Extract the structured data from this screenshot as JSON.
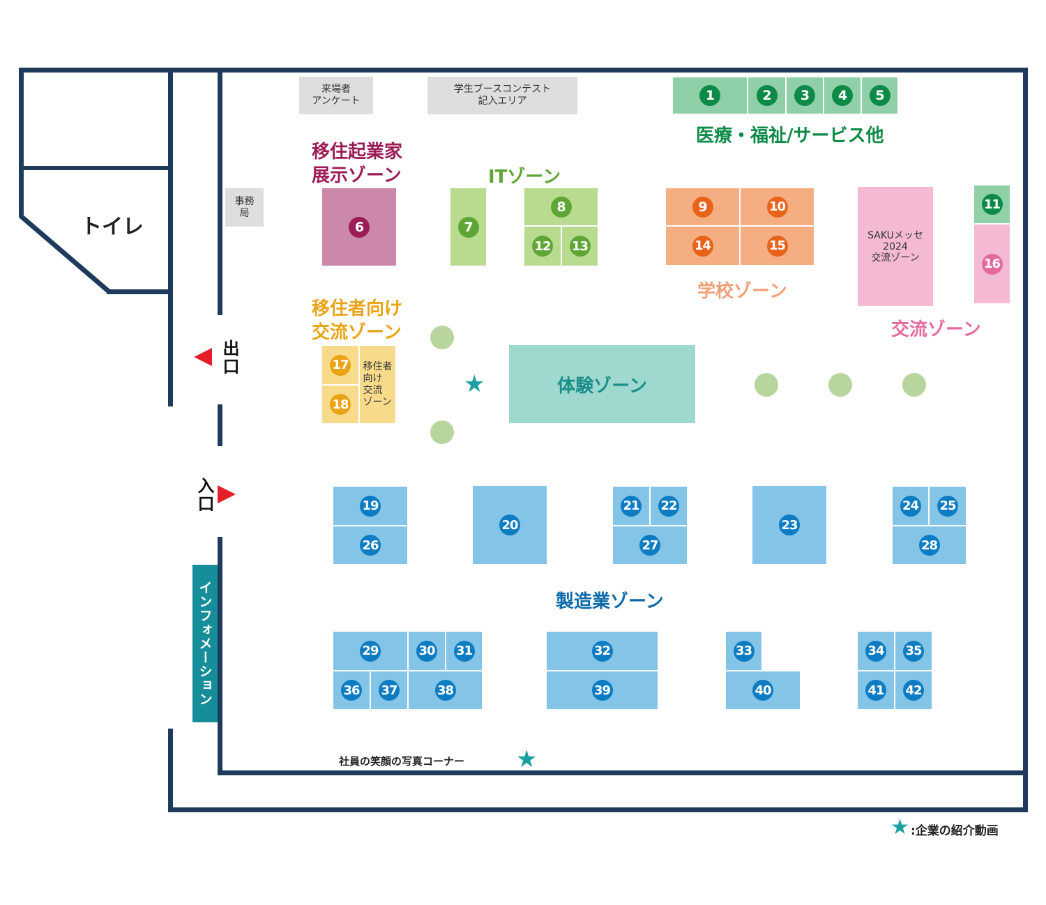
{
  "toilet_label": "トイレ",
  "exit_label": "出口",
  "entrance_label": "入口",
  "information_label": "インフォメーション",
  "office_label": "事務\n局",
  "survey_label": "来場者\nアンケート",
  "contest_label": "学生ブースコンテスト\n記入エリア",
  "zones": {
    "medical": "医療・福祉/サービス他",
    "migrant_entrepreneur": "移住起業家\n展示ゾーン",
    "it": "ITゾーン",
    "school": "学校ゾーン",
    "saku_messe": "SAKUメッセ\n2024\n交流ゾーン",
    "exchange": "交流ゾーン",
    "migrant_exchange": "移住者向け\n交流ゾーン",
    "migrant_exchange_box": "移住者\n向け\n交流\nゾーン",
    "experience": "体験ゾーン",
    "manufacturing": "製造業ゾーン"
  },
  "photo_corner": "社員の笑顔の写真コーナー",
  "legend": ":企業の紹介動画",
  "colors": {
    "wall": "#1e3a5c",
    "medical": "#8fd0a8",
    "medical_badge": "#0e8a48",
    "entrepreneur": "#cc88aa",
    "entrepreneur_badge": "#9c1c58",
    "it": "#b8db90",
    "it_badge": "#5fa636",
    "school": "#f5ae82",
    "school_badge": "#e8631a",
    "pink": "#f4bad4",
    "pink_badge": "#e46b9f",
    "yellow": "#f7da8a",
    "yellow_badge": "#e9a315",
    "blue": "#84c4e6",
    "blue_badge": "#0d7cc2",
    "teal": "#9fd8cf",
    "teal_text": "#1a8f8a",
    "star": "#1aa0a0",
    "arrow": "#e3202a"
  },
  "booths": [
    {
      "n": "1",
      "zone": "medical"
    },
    {
      "n": "2",
      "zone": "medical"
    },
    {
      "n": "3",
      "zone": "medical"
    },
    {
      "n": "4",
      "zone": "medical"
    },
    {
      "n": "5",
      "zone": "medical"
    },
    {
      "n": "6",
      "zone": "entrepreneur"
    },
    {
      "n": "7",
      "zone": "it"
    },
    {
      "n": "8",
      "zone": "it"
    },
    {
      "n": "12",
      "zone": "it"
    },
    {
      "n": "13",
      "zone": "it"
    },
    {
      "n": "9",
      "zone": "school"
    },
    {
      "n": "10",
      "zone": "school"
    },
    {
      "n": "14",
      "zone": "school"
    },
    {
      "n": "15",
      "zone": "school"
    },
    {
      "n": "11",
      "zone": "medical"
    },
    {
      "n": "16",
      "zone": "pink"
    },
    {
      "n": "17",
      "zone": "yellow"
    },
    {
      "n": "18",
      "zone": "yellow"
    },
    {
      "n": "19",
      "zone": "blue"
    },
    {
      "n": "26",
      "zone": "blue"
    },
    {
      "n": "20",
      "zone": "blue"
    },
    {
      "n": "21",
      "zone": "blue"
    },
    {
      "n": "22",
      "zone": "blue"
    },
    {
      "n": "27",
      "zone": "blue"
    },
    {
      "n": "23",
      "zone": "blue"
    },
    {
      "n": "24",
      "zone": "blue"
    },
    {
      "n": "25",
      "zone": "blue"
    },
    {
      "n": "28",
      "zone": "blue"
    },
    {
      "n": "29",
      "zone": "blue"
    },
    {
      "n": "30",
      "zone": "blue"
    },
    {
      "n": "31",
      "zone": "blue"
    },
    {
      "n": "36",
      "zone": "blue"
    },
    {
      "n": "37",
      "zone": "blue"
    },
    {
      "n": "38",
      "zone": "blue"
    },
    {
      "n": "32",
      "zone": "blue"
    },
    {
      "n": "39",
      "zone": "blue"
    },
    {
      "n": "33",
      "zone": "blue"
    },
    {
      "n": "40",
      "zone": "blue"
    },
    {
      "n": "34",
      "zone": "blue"
    },
    {
      "n": "35",
      "zone": "blue"
    },
    {
      "n": "41",
      "zone": "blue"
    },
    {
      "n": "42",
      "zone": "blue"
    }
  ]
}
